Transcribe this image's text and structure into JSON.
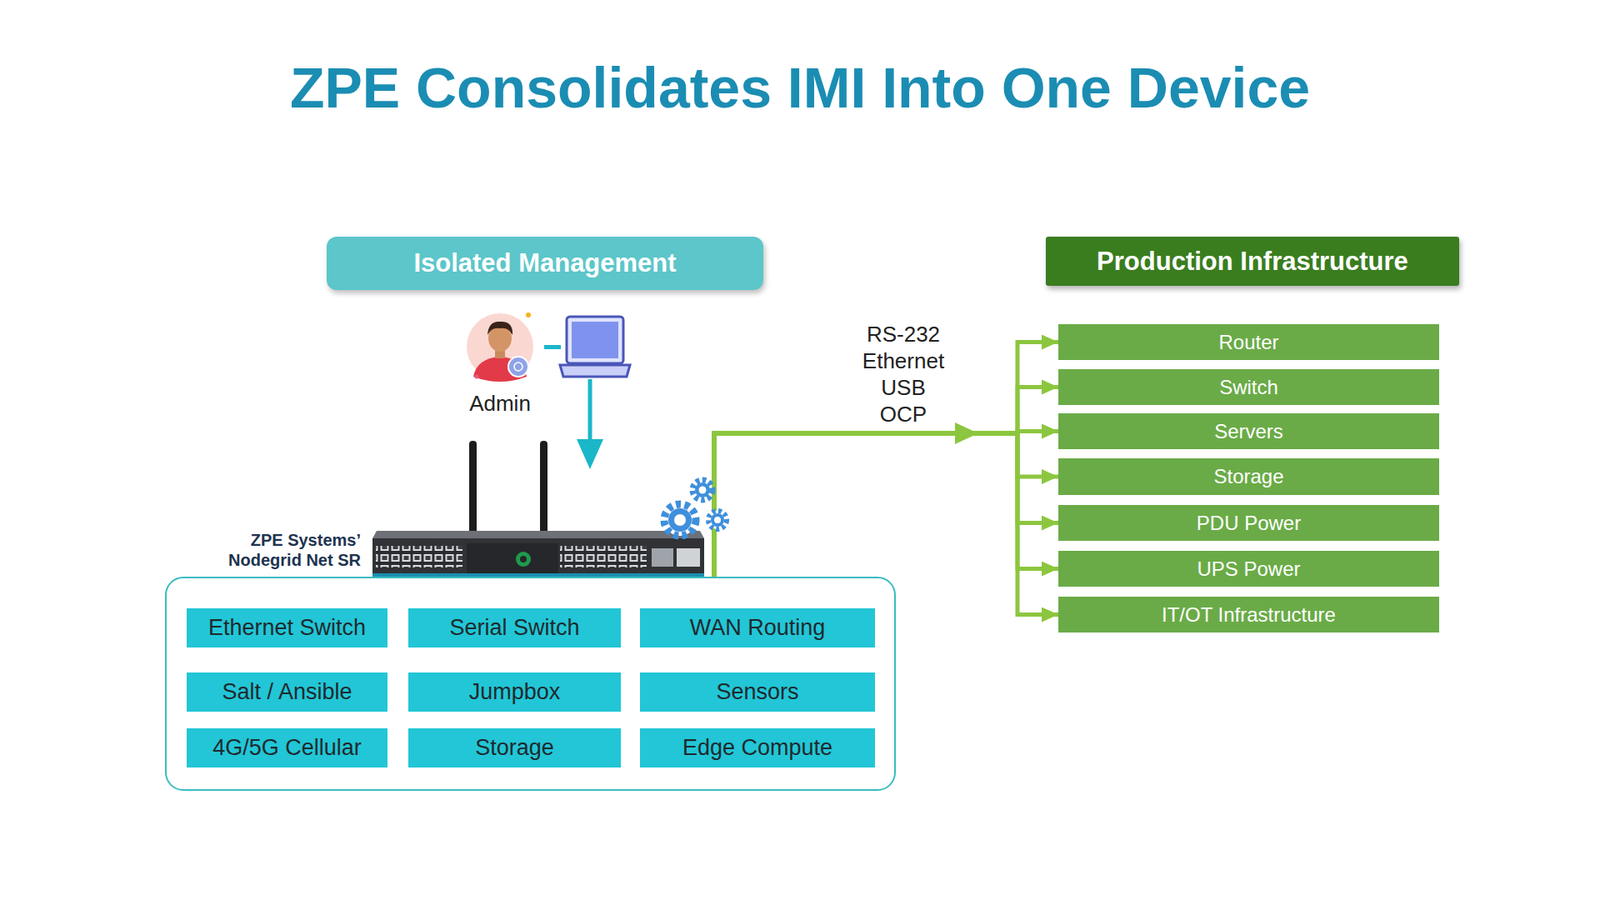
{
  "diagram": {
    "title": "ZPE Consolidates IMI Into One Device",
    "nodes": [
      {
        "text": [
          "Isolated Management"
        ]
      },
      {
        "text": [
          "Production Infrastructure"
        ]
      },
      {
        "text": [
          "Router"
        ]
      },
      {
        "text": [
          "Switch"
        ]
      },
      {
        "text": [
          "Servers"
        ]
      },
      {
        "text": [
          "Storage"
        ]
      },
      {
        "text": [
          "PDU Power"
        ]
      },
      {
        "text": [
          "UPS Power"
        ]
      },
      {
        "text": [
          "IT/OT Infrastructure"
        ]
      },
      {
        "text": [
          "ZPE Systems’ Nodegrid Net SR"
        ]
      },
      {
        "text": [
          "Ethernet Switch"
        ],
        "in": 9
      },
      {
        "text": [
          "Serial Switch"
        ],
        "in": 9
      },
      {
        "text": [
          "WAN Routing"
        ],
        "in": 9
      },
      {
        "text": [
          "Salt / Ansible"
        ],
        "in": 9
      },
      {
        "text": [
          "Jumpbox"
        ],
        "in": 9
      },
      {
        "text": [
          "Sensors"
        ],
        "in": 9
      },
      {
        "text": [
          "4G/5G Cellular"
        ],
        "in": 9
      },
      {
        "text": [
          "Storage"
        ],
        "in": 9
      },
      {
        "text": [
          "Edge Compute"
        ],
        "in": 9
      }
    ],
    "edges": [
      {
        "from": 9,
        "to": 2,
        "arrow": "to",
        "label": "RS-232 Ethernet USB OCP"
      },
      {
        "from": 9,
        "to": 3,
        "arrow": "to"
      },
      {
        "from": 9,
        "to": 4,
        "arrow": "to"
      },
      {
        "from": 9,
        "to": 5,
        "arrow": "to"
      },
      {
        "from": 9,
        "to": 6,
        "arrow": "to"
      },
      {
        "from": 9,
        "to": 7,
        "arrow": "to"
      },
      {
        "from": 9,
        "to": 8,
        "arrow": "to"
      }
    ],
    "labels": [
      "Admin"
    ]
  }
}
